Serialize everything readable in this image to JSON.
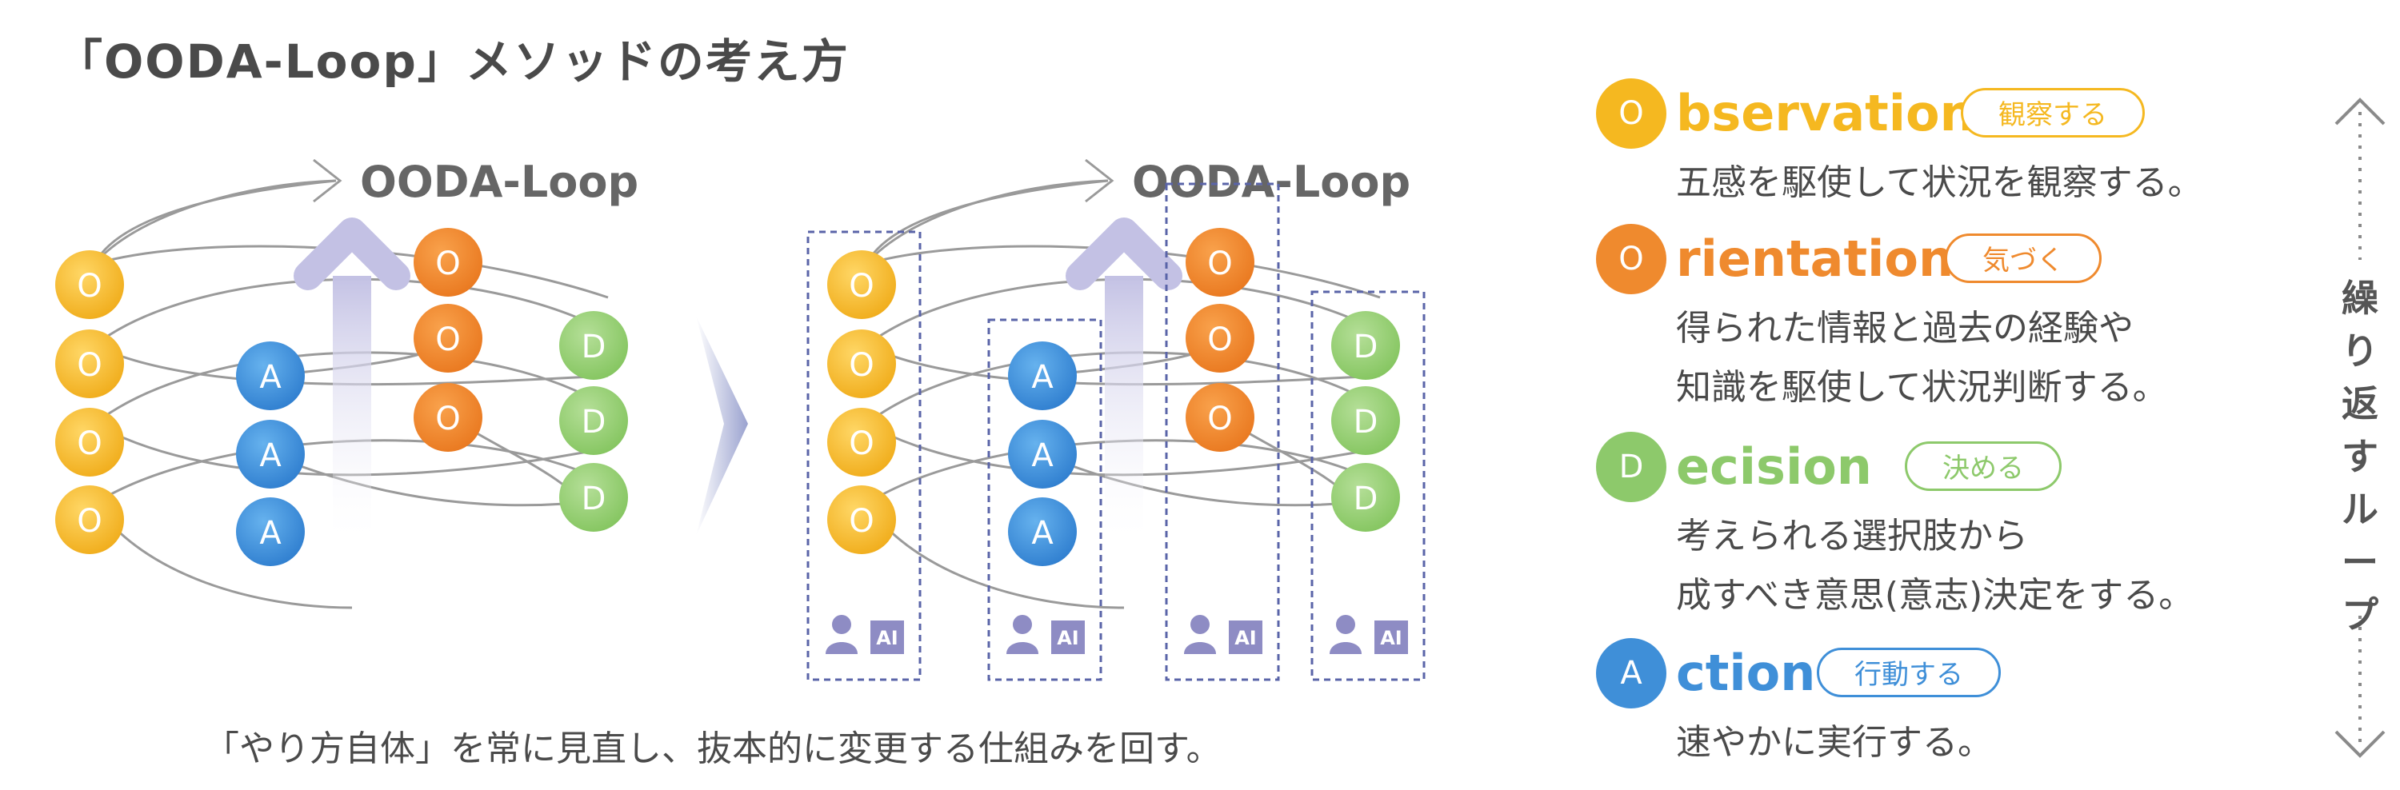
{
  "title": "「OODA-Loop」メソッドの考え方",
  "caption": "「やり方自体」を常に見直し、抜本的に変更する仕組みを回す。",
  "loop_label_left": "OODA-Loop",
  "loop_label_right": "OODA-Loop",
  "node_letters": {
    "o": "O",
    "a": "A",
    "d": "D"
  },
  "role_icons": [
    "person-icon",
    "ai-icon"
  ],
  "ai_text": "AI",
  "colors": {
    "observation": "#f5b820",
    "orientation": "#ef8a2e",
    "decision": "#8dc96b",
    "action": "#3f8fd8",
    "arrow": "#c9c7e6",
    "dashed": "#5a64a8"
  },
  "phases": [
    {
      "letter": "O",
      "word": "bservation",
      "tag": "観察する",
      "desc": [
        "五感を駆使して状況を観察する。"
      ]
    },
    {
      "letter": "O",
      "word": "rientation",
      "tag": "気づく",
      "desc": [
        "得られた情報と過去の経験や",
        "知識を駆使して状況判断する。"
      ]
    },
    {
      "letter": "D",
      "word": "ecision",
      "tag": "決める",
      "desc": [
        "考えられる選択肢から",
        "成すべき意思(意志)決定をする。"
      ]
    },
    {
      "letter": "A",
      "word": "ction",
      "tag": "行動する",
      "desc": [
        "速やかに実行する。"
      ]
    }
  ],
  "loop_label": "繰り返すループ"
}
